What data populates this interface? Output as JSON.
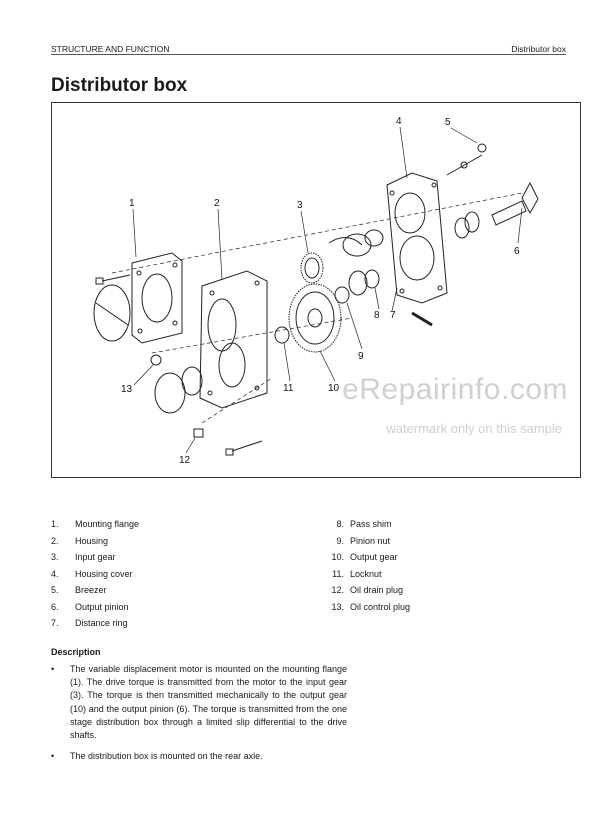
{
  "header": {
    "left": "STRUCTURE AND FUNCTION",
    "right": "Distributor box"
  },
  "title": "Distributor box",
  "figure": {
    "callouts": [
      "1",
      "2",
      "3",
      "4",
      "5",
      "6",
      "7",
      "8",
      "9",
      "10",
      "11",
      "12",
      "13"
    ],
    "watermark_brand": "eRepairinfo.com",
    "watermark_note": "watermark only on this sample"
  },
  "legend": {
    "left": [
      {
        "num": "1.",
        "label": "Mounting flange"
      },
      {
        "num": "2.",
        "label": "Housing"
      },
      {
        "num": "3.",
        "label": "Input gear"
      },
      {
        "num": "4.",
        "label": "Housing cover"
      },
      {
        "num": "5.",
        "label": "Breezer"
      },
      {
        "num": "6.",
        "label": "Output pinion"
      },
      {
        "num": "7.",
        "label": "Distance ring"
      }
    ],
    "right": [
      {
        "num": "8.",
        "label": "Pass shim"
      },
      {
        "num": "9.",
        "label": "Pinion nut"
      },
      {
        "num": "10.",
        "label": "Output gear"
      },
      {
        "num": "11.",
        "label": "Locknut"
      },
      {
        "num": "12.",
        "label": "Oil drain plug"
      },
      {
        "num": "13.",
        "label": "Oil control plug"
      }
    ]
  },
  "description": {
    "title": "Description",
    "bullets": [
      "The variable displacement motor is mounted on the mounting flange (1). The drive torque is transmitted from the motor to the input gear (3). The torque is then transmitted mechanically to the output gear (10) and the output pinion (6). The torque is transmitted from the one stage distribution box through a limited slip differential to the drive shafts.",
      "The distribution box is mounted on the rear axle."
    ],
    "bullet_symbol": "•"
  }
}
